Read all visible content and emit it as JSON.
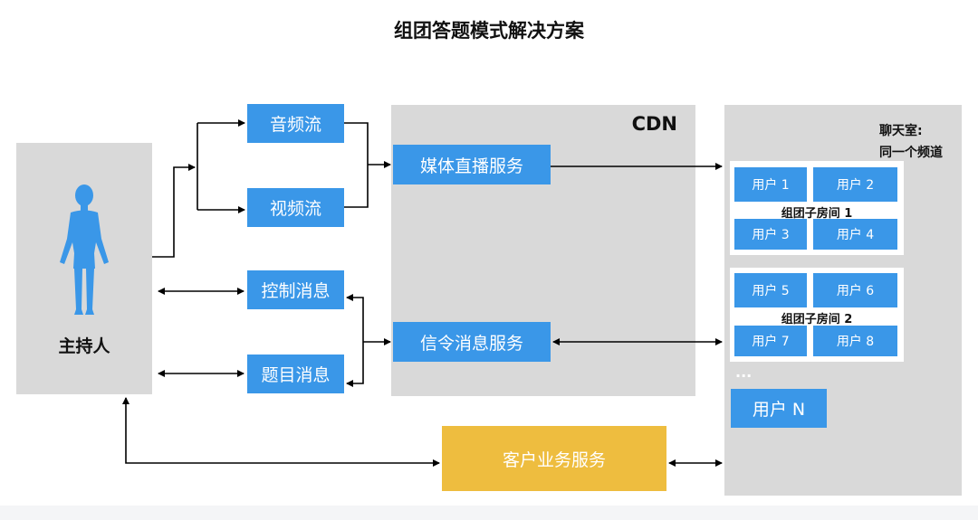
{
  "title": "组团答题模式解决方案",
  "host": {
    "label": "主持人"
  },
  "streams": {
    "audio": "音频流",
    "video": "视频流"
  },
  "messages": {
    "control": "控制消息",
    "question": "题目消息"
  },
  "cdn": {
    "label": "CDN",
    "media_service": "媒体直播服务",
    "signal_service": "信令消息服务"
  },
  "chatroom": {
    "label_line1": "聊天室:",
    "label_line2": "同一个频道",
    "group1": {
      "name": "组团子房间 1",
      "users": [
        "用户 1",
        "用户 2",
        "用户 3",
        "用户 4"
      ]
    },
    "group2": {
      "name": "组团子房间 2",
      "users": [
        "用户 5",
        "用户 6",
        "用户 7",
        "用户 8"
      ]
    },
    "ellipsis": "...",
    "user_n": "用户 N"
  },
  "business_service": "客户业务服务",
  "colors": {
    "blue": "#3a97e8",
    "gold": "#eebd3f",
    "gray": "#d9d9d9"
  }
}
